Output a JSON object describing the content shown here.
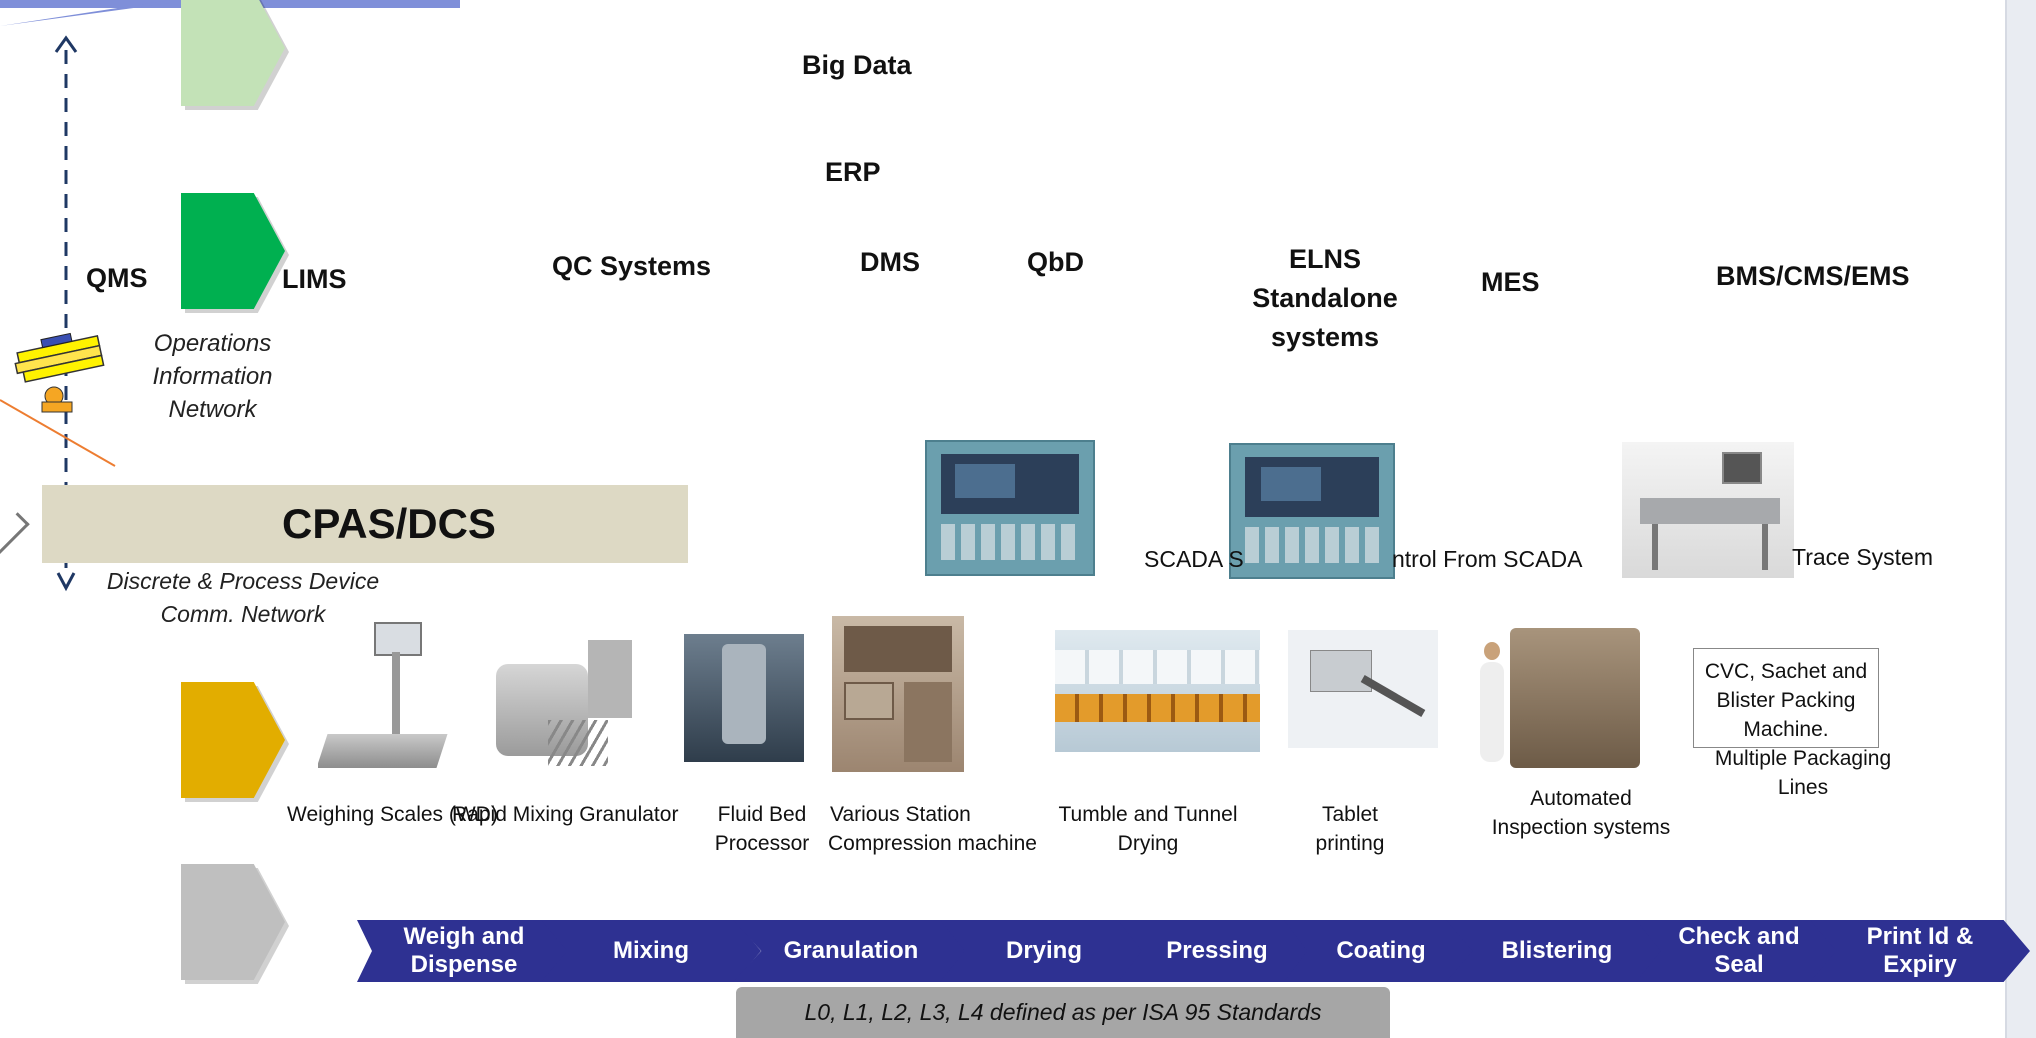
{
  "levels": {
    "big_data": "Big Data",
    "erp": "ERP",
    "systems": [
      "QMS",
      "LIMS",
      "QC Systems",
      "DMS",
      "QbD",
      "MES",
      "BMS/CMS/EMS"
    ],
    "elns": [
      "ELNS",
      "Standalone",
      "systems"
    ],
    "ops_network": [
      "Operations",
      "Information",
      "Network"
    ]
  },
  "control": {
    "cpas": "CPAS/DCS",
    "device_network": [
      "Discrete & Process Device",
      "Comm. Network"
    ],
    "scada_left": "SCADA S",
    "scada_right": "ntrol From SCADA",
    "trace": "Trace System"
  },
  "equipment": [
    {
      "name": "Weighing Scales (WD)"
    },
    {
      "name": "Rapid Mixing Granulator"
    },
    {
      "name": [
        "Fluid Bed",
        "Processor"
      ]
    },
    {
      "name": [
        "Various Station",
        "Compression machine"
      ]
    },
    {
      "name": [
        "Tumble and Tunnel",
        "Drying"
      ]
    },
    {
      "name": [
        "Tablet",
        "printing"
      ]
    },
    {
      "name": [
        "Automated",
        "Inspection systems"
      ]
    },
    {
      "name": [
        "Multiple Packaging",
        "Lines"
      ]
    }
  ],
  "packing_box": [
    "CVC, Sachet and",
    "Blister Packing",
    "Machine."
  ],
  "process": [
    {
      "label": [
        "Weigh and",
        "Dispense"
      ]
    },
    {
      "label": [
        "Mixing"
      ]
    },
    {
      "label": [
        "Granulation"
      ]
    },
    {
      "label": [
        "Drying"
      ]
    },
    {
      "label": [
        "Pressing"
      ]
    },
    {
      "label": [
        "Coating"
      ]
    },
    {
      "label": [
        "Blistering"
      ]
    },
    {
      "label": [
        "Check and",
        "Seal"
      ]
    },
    {
      "label": [
        "Print Id &",
        "Expiry"
      ]
    }
  ],
  "footnote": "L0, L1, L2, L3, L4 defined as per ISA 95 Standards",
  "colors": {
    "level4": "#c3e2b7",
    "level3": "#00b050",
    "level1": "#e2ad00",
    "level0": "#bfbfbf",
    "process": "#2e3192",
    "cpas_bg": "#ddd9c4",
    "arrow": "#1f3864"
  }
}
